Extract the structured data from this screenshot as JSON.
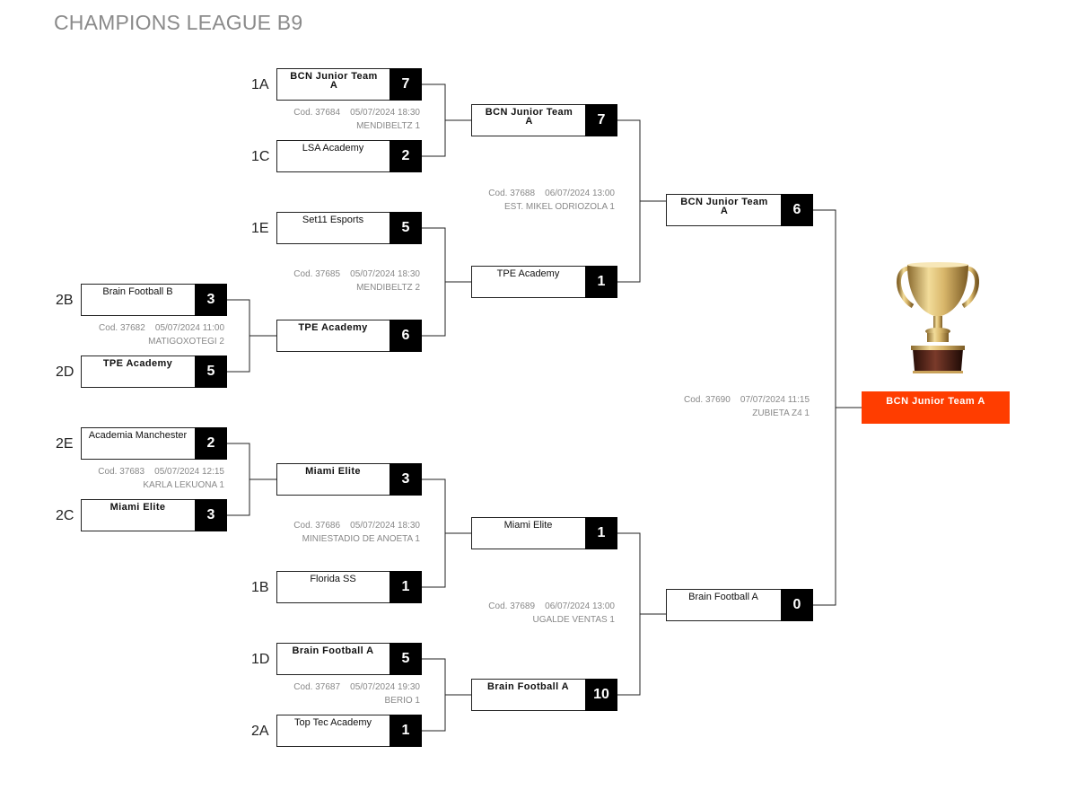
{
  "title": "CHAMPIONS LEAGUE B9",
  "seeds": [
    "1A",
    "1C",
    "1E",
    "2B",
    "2D",
    "2E",
    "2C",
    "1B",
    "1D",
    "2A"
  ],
  "round1": [
    {
      "code": "Cod. 37682",
      "date": "05/07/2024 11:00",
      "venue": "MATIGOXOTEGI 2",
      "team1": "Brain Football B",
      "score1": "3",
      "team2": "TPE Academy",
      "score2": "5"
    },
    {
      "code": "Cod. 37683",
      "date": "05/07/2024 12:15",
      "venue": "KARLA LEKUONA 1",
      "team1": "Academia Manchester",
      "score1": "2",
      "team2": "Miami Elite",
      "score2": "3"
    }
  ],
  "quarter": [
    {
      "code": "Cod. 37684",
      "date": "05/07/2024 18:30",
      "venue": "MENDIBELTZ 1",
      "team1": "BCN Junior Team A",
      "score1": "7",
      "team2": "LSA Academy",
      "score2": "2"
    },
    {
      "code": "Cod. 37685",
      "date": "05/07/2024 18:30",
      "venue": "MENDIBELTZ 2",
      "team1": "Set11 Esports",
      "score1": "5",
      "team2": "TPE Academy",
      "score2": "6"
    },
    {
      "code": "Cod. 37686",
      "date": "05/07/2024 18:30",
      "venue": "MINIESTADIO DE ANOETA 1",
      "team1": "Miami Elite",
      "score1": "3",
      "team2": "Florida SS",
      "score2": "1"
    },
    {
      "code": "Cod. 37687",
      "date": "05/07/2024 19:30",
      "venue": "BERIO 1",
      "team1": "Brain Football A",
      "score1": "5",
      "team2": "Top Tec Academy",
      "score2": "1"
    }
  ],
  "semi": [
    {
      "code": "Cod. 37688",
      "date": "06/07/2024 13:00",
      "venue": "EST. MIKEL ODRIOZOLA 1",
      "team1": "BCN Junior Team A",
      "score1": "7",
      "team2": "TPE Academy",
      "score2": "1"
    },
    {
      "code": "Cod. 37689",
      "date": "06/07/2024 13:00",
      "venue": "UGALDE VENTAS 1",
      "team1": "Miami Elite",
      "score1": "1",
      "team2": "Brain Football A",
      "score2": "10"
    }
  ],
  "final": {
    "code": "Cod. 37690",
    "date": "07/07/2024 11:15",
    "venue": "ZUBIETA Z4 1",
    "team1": "BCN Junior Team A",
    "score1": "6",
    "team2": "Brain Football A",
    "score2": "0"
  },
  "champion": "BCN Junior Team A",
  "icons": {
    "trophy": "trophy-icon"
  },
  "colors": {
    "champion_bg": "#ff3d00",
    "score_bg": "#000000"
  }
}
